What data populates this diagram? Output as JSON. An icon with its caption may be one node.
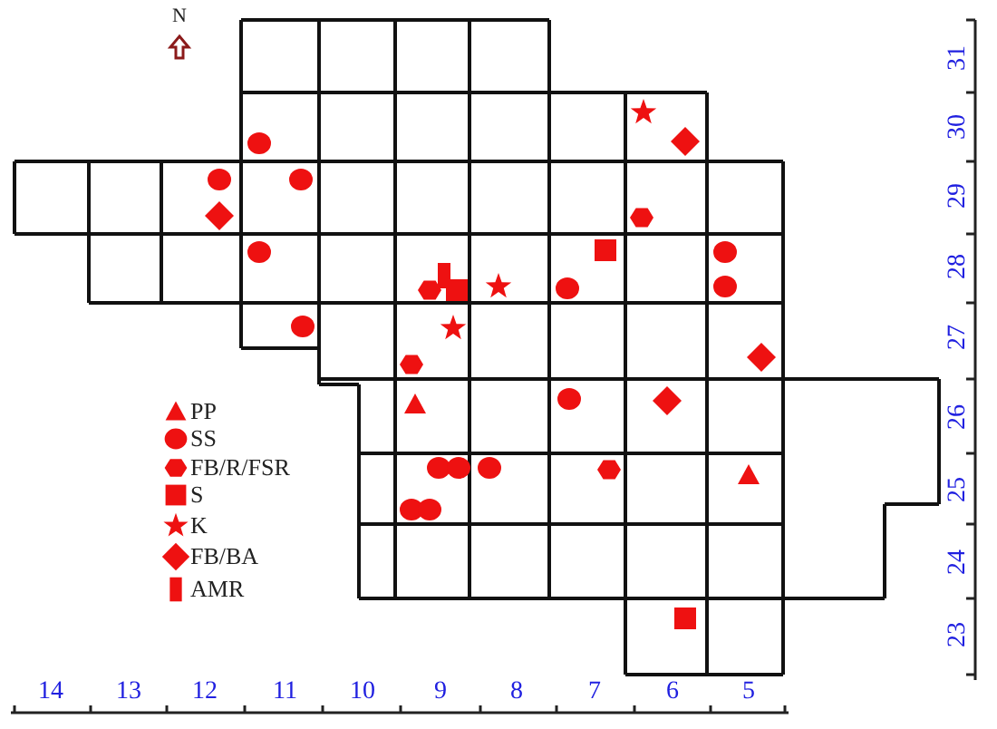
{
  "diagram": {
    "labels": [
      "N",
      "31",
      "30",
      "29",
      "28",
      "27",
      "26",
      "25",
      "24",
      "23",
      "14",
      "13",
      "12",
      "11",
      "10",
      "9",
      "8",
      "7",
      "6",
      "5"
    ],
    "legend": [
      {
        "text": "PP"
      },
      {
        "text": "SS"
      },
      {
        "text": "FB/R/FSR"
      },
      {
        "text": "S"
      },
      {
        "text": "K"
      },
      {
        "text": "FB/BA"
      },
      {
        "text": "AMR"
      }
    ]
  }
}
